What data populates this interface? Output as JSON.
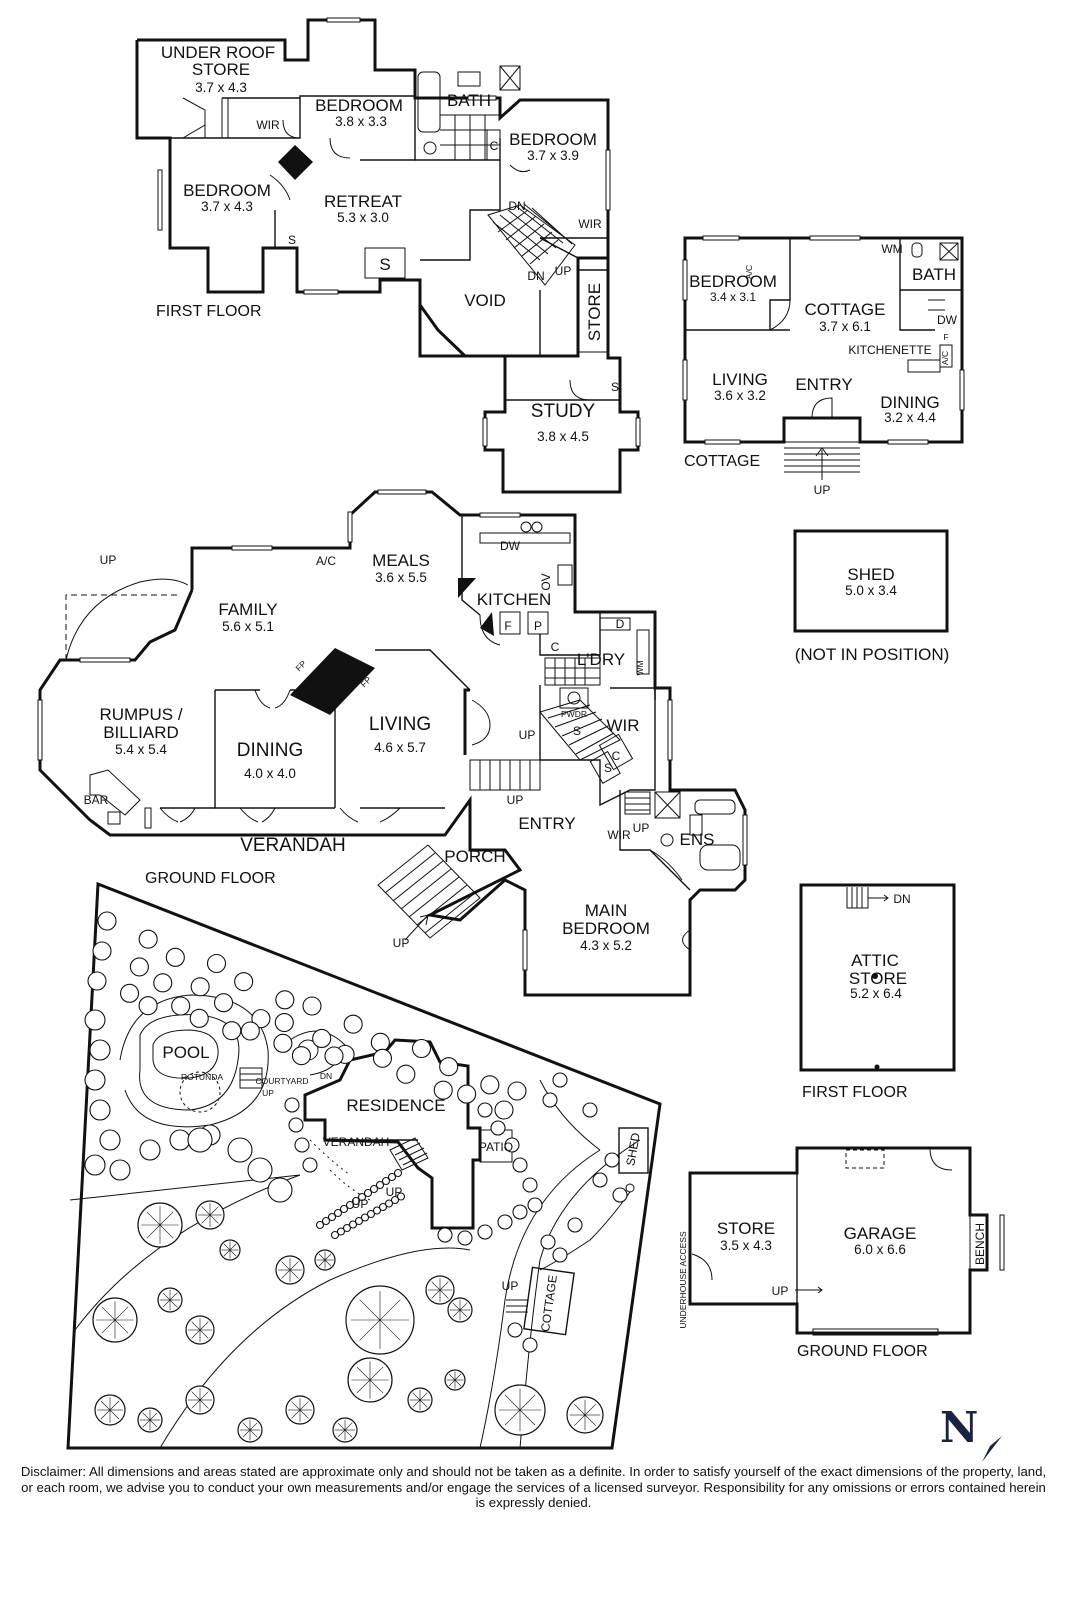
{
  "first_floor": {
    "caption": "FIRST FLOOR",
    "rooms": {
      "under_roof_store": {
        "name1": "UNDER ROOF",
        "name2": "STORE",
        "dims": "3.7 x 4.3"
      },
      "bedroom_a": {
        "name": "BEDROOM",
        "dims": "3.8 x 3.3"
      },
      "bedroom_b": {
        "name": "BEDROOM",
        "dims": "3.7 x 3.9"
      },
      "bedroom_c": {
        "name": "BEDROOM",
        "dims": "3.7 x 4.3"
      },
      "retreat": {
        "name": "RETREAT",
        "dims": "5.3 x 3.0"
      },
      "bath": {
        "name": "BATH"
      },
      "void": {
        "name": "VOID"
      },
      "store": {
        "name": "STORE"
      },
      "study": {
        "name": "STUDY",
        "dims": "3.8 x 4.5"
      }
    },
    "marks": {
      "wir": "WIR",
      "wir2": "WIR",
      "c": "C",
      "s": "S",
      "s_box": "S",
      "s_study": "S",
      "dn1": "DN",
      "dn2": "DN",
      "up": "UP"
    }
  },
  "cottage": {
    "caption": "COTTAGE",
    "rooms": {
      "bedroom": {
        "name": "BEDROOM",
        "dims": "3.4 x 3.1"
      },
      "cottage": {
        "name": "COTTAGE",
        "dims": "3.7 x 6.1"
      },
      "bath": {
        "name": "BATH"
      },
      "living": {
        "name": "LIVING",
        "dims": "3.6 x 3.2"
      },
      "entry": {
        "name": "ENTRY"
      },
      "dining": {
        "name": "DINING",
        "dims": "3.2 x 4.4"
      },
      "kitchenette": {
        "name": "KITCHENETTE"
      }
    },
    "marks": {
      "wm": "WM",
      "ac1": "A/C",
      "ac2": "A/C",
      "dw": "DW",
      "f": "F",
      "up": "UP"
    }
  },
  "shed": {
    "name": "SHED",
    "dims": "5.0 x 3.4",
    "note": "(NOT IN POSITION)"
  },
  "ground_floor": {
    "caption": "GROUND FLOOR",
    "rooms": {
      "meals": {
        "name": "MEALS",
        "dims": "3.6 x 5.5"
      },
      "family": {
        "name": "FAMILY",
        "dims": "5.6 x 5.1"
      },
      "kitchen": {
        "name": "KITCHEN"
      },
      "laundry": {
        "name": "L'DRY"
      },
      "rumpus": {
        "name1": "RUMPUS /",
        "name2": "BILLIARD",
        "dims": "5.4 x 5.4"
      },
      "dining": {
        "name": "DINING",
        "dims": "4.0 x 4.0"
      },
      "living": {
        "name": "LIVING",
        "dims": "4.6 x 5.7"
      },
      "wir": {
        "name": "WIR"
      },
      "entry": {
        "name": "ENTRY"
      },
      "verandah": {
        "name": "VERANDAH"
      },
      "porch": {
        "name": "PORCH"
      },
      "ens": {
        "name": "ENS"
      },
      "main_bedroom": {
        "name1": "MAIN",
        "name2": "BEDROOM",
        "dims": "4.3 x 5.2"
      },
      "bar": {
        "name": "BAR"
      }
    },
    "marks": {
      "up1": "UP",
      "up2": "UP",
      "up3": "UP",
      "up4": "UP",
      "up5": "UP",
      "ac": "A/C",
      "dw": "DW",
      "ov": "OV",
      "f": "F",
      "p": "P",
      "c1": "C",
      "c2": "C",
      "d": "D",
      "wm": "WM",
      "pwdr": "PWDR",
      "s1": "S",
      "s2": "S",
      "fp1": "FP",
      "fp2": "FP",
      "wir2": "WIR"
    }
  },
  "attic": {
    "name1": "ATTIC",
    "name2": "STORE",
    "dims": "5.2 x 6.4",
    "caption": "FIRST FLOOR",
    "dn": "DN"
  },
  "garage_block": {
    "caption": "GROUND FLOOR",
    "store": {
      "name": "STORE",
      "dims": "3.5 x 4.3"
    },
    "garage": {
      "name": "GARAGE",
      "dims": "6.0 x 6.6"
    },
    "bench": "BENCH",
    "underhouse": "UNDERHOUSE ACCESS",
    "up": "UP"
  },
  "site": {
    "pool": "POOL",
    "rotunda": "ROTUNDA",
    "courtyard": "COURTYARD",
    "residence": "RESIDENCE",
    "verandah": "VERANDAH",
    "patio": "PATIO",
    "shed": "SHED",
    "cottage": "COTTAGE",
    "up1": "UP",
    "up2": "UP",
    "up3": "UP",
    "up4": "UP",
    "dn": "DN"
  },
  "north_symbol": "N",
  "disclaimer": "Disclaimer: All dimensions and areas stated are approximate only and should not be taken as a definite. In order to satisfy yourself of the exact dimensions of the property, land, or each room, we advise you to conduct your own measurements and/or engage the services of a licensed surveyor. Responsibility for any omissions or errors contained herein is expressly denied."
}
